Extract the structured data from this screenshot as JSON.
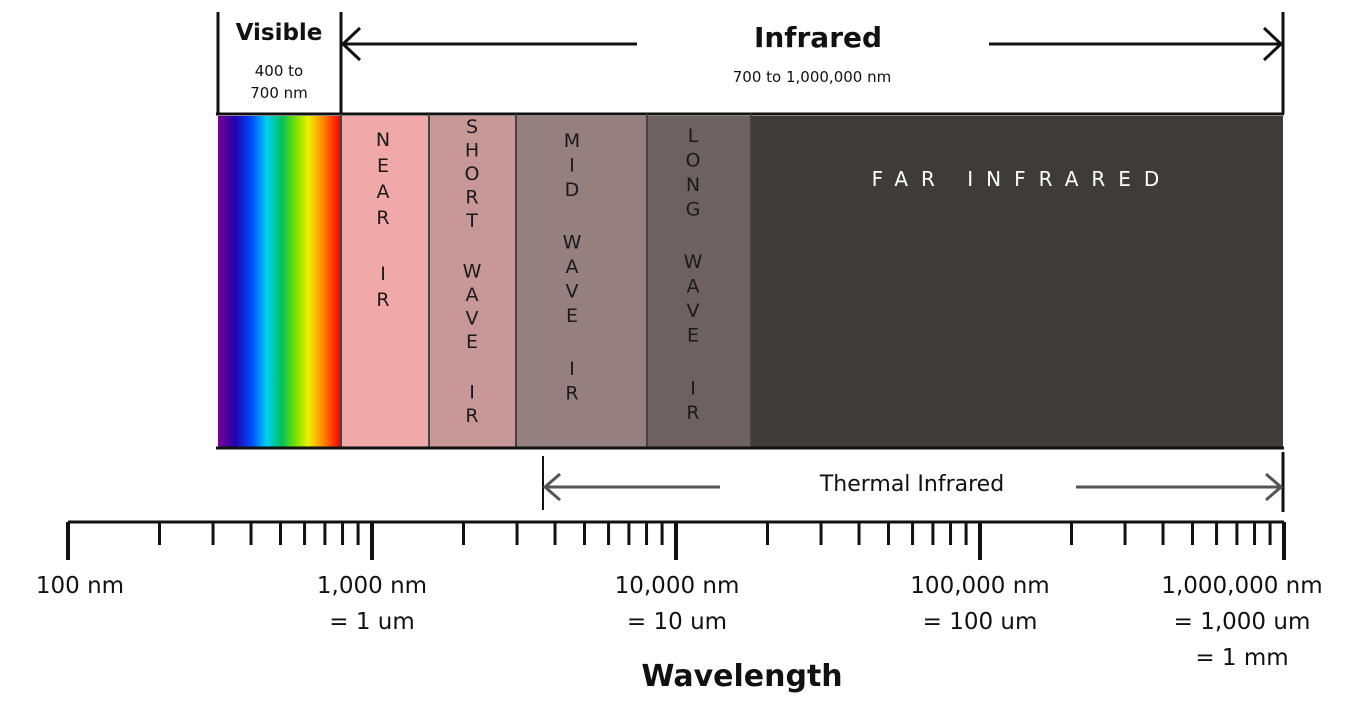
{
  "header": {
    "visible_title": "Visible",
    "visible_range_line1": "400 to",
    "visible_range_line2": "700 nm",
    "infrared_title": "Infrared",
    "infrared_range": "700 to 1,000,000 nm"
  },
  "bands": [
    {
      "id": "near-ir",
      "label": "NEAR IR",
      "color": "#f0a8a8"
    },
    {
      "id": "short-wave-ir",
      "label": "SHORT WAVE IR",
      "color": "#c89898"
    },
    {
      "id": "mid-wave-ir",
      "label": "MID WAVE IR",
      "color": "#957f7f"
    },
    {
      "id": "long-wave-ir",
      "label": "LONG WAVE IR",
      "color": "#6e6161"
    },
    {
      "id": "far-infrared",
      "label": "FAR INFRARED",
      "color": "#3f3b3b"
    }
  ],
  "thermal": {
    "label": "Thermal Infrared"
  },
  "axis": {
    "title": "Wavelength",
    "scale": "log",
    "range_nm": [
      100,
      1000000
    ],
    "decade_labels": [
      {
        "nm": 100,
        "lines": [
          "100 nm"
        ]
      },
      {
        "nm": 1000,
        "lines": [
          "1,000 nm",
          "= 1 um"
        ]
      },
      {
        "nm": 10000,
        "lines": [
          "10,000 nm",
          "= 10 um"
        ]
      },
      {
        "nm": 100000,
        "lines": [
          "100,000 nm",
          "= 100 um"
        ]
      },
      {
        "nm": 1000000,
        "lines": [
          "1,000,000 nm",
          "= 1,000 um",
          "= 1 mm"
        ]
      }
    ]
  },
  "colors": {
    "ink": "#111111",
    "far_ir_text": "#ffffff",
    "band_text": "#1a1a1a"
  }
}
